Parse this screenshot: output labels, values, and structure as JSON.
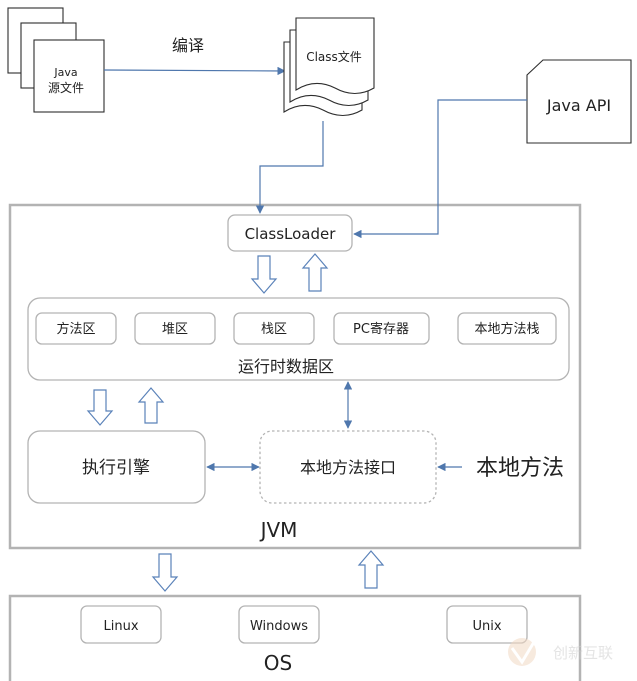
{
  "labels": {
    "compile": "编译",
    "java_source_line1": "Java",
    "java_source_line2": "源文件",
    "class_file": "Class文件",
    "java_api": "Java API",
    "classloader": "ClassLoader",
    "method_area": "方法区",
    "heap": "堆区",
    "stack": "栈区",
    "pc_register": "PC寄存器",
    "native_stack": "本地方法栈",
    "runtime_data_area": "运行时数据区",
    "execution_engine": "执行引擎",
    "native_interface": "本地方法接口",
    "native_method": "本地方法",
    "jvm": "JVM",
    "linux": "Linux",
    "windows": "Windows",
    "unix": "Unix",
    "os": "OS",
    "watermark": "创新互联"
  },
  "colors": {
    "connector": "#4f77ad",
    "box_border": "#b3b3b3",
    "doc_border": "#2d2d2d"
  }
}
